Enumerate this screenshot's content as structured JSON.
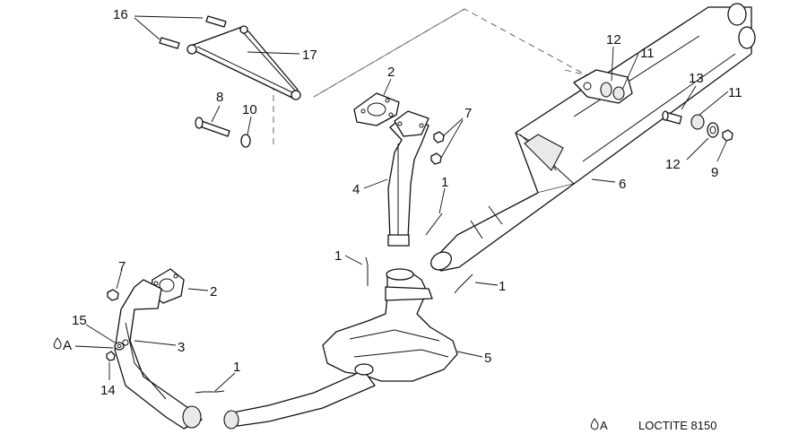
{
  "callouts": [
    {
      "id": "c16",
      "text": "16"
    },
    {
      "id": "c17",
      "text": "17"
    },
    {
      "id": "c8",
      "text": "8"
    },
    {
      "id": "c10",
      "text": "10"
    },
    {
      "id": "c2a",
      "text": "2"
    },
    {
      "id": "c7a",
      "text": "7"
    },
    {
      "id": "c4",
      "text": "4"
    },
    {
      "id": "c1a",
      "text": "1"
    },
    {
      "id": "c12a",
      "text": "12"
    },
    {
      "id": "c11a",
      "text": "11"
    },
    {
      "id": "c13",
      "text": "13"
    },
    {
      "id": "c11b",
      "text": "11"
    },
    {
      "id": "c12b",
      "text": "12"
    },
    {
      "id": "c9",
      "text": "9"
    },
    {
      "id": "c6",
      "text": "6"
    },
    {
      "id": "c1b",
      "text": "1"
    },
    {
      "id": "c1c",
      "text": "1"
    },
    {
      "id": "c5",
      "text": "5"
    },
    {
      "id": "c7b",
      "text": "7"
    },
    {
      "id": "c2b",
      "text": "2"
    },
    {
      "id": "c15",
      "text": "15"
    },
    {
      "id": "cA",
      "text": "A"
    },
    {
      "id": "c3",
      "text": "3"
    },
    {
      "id": "c14",
      "text": "14"
    },
    {
      "id": "c1d",
      "text": "1"
    }
  ],
  "legend": {
    "symbol": "A",
    "text": "LOCTITE 8150"
  }
}
